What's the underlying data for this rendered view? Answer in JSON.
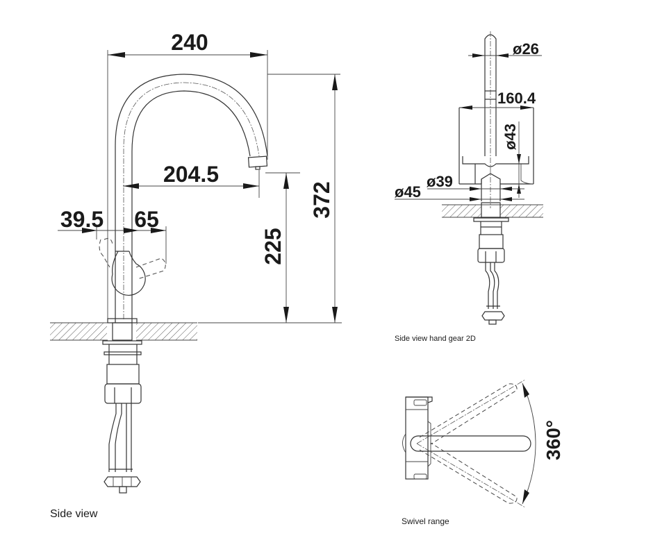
{
  "side_view": {
    "caption": "Side view",
    "dimensions": {
      "overall_reach": "240",
      "spout_reach": "204.5",
      "lever_left": "39.5",
      "lever_right": "65",
      "spout_height": "225",
      "overall_height": "372"
    }
  },
  "hand_gear_view": {
    "caption": "Side view hand gear 2D",
    "dimensions": {
      "spout_diameter": "ø26",
      "body_width": "160.4",
      "body_diameter": "ø43",
      "base_inner_diameter": "ø39",
      "base_outer_diameter": "ø45"
    }
  },
  "swivel_view": {
    "caption": "Swivel range",
    "dimensions": {
      "swivel_angle": "360°"
    }
  },
  "colors": {
    "line": "#333333",
    "text": "#1a1a1a",
    "background": "#ffffff"
  }
}
